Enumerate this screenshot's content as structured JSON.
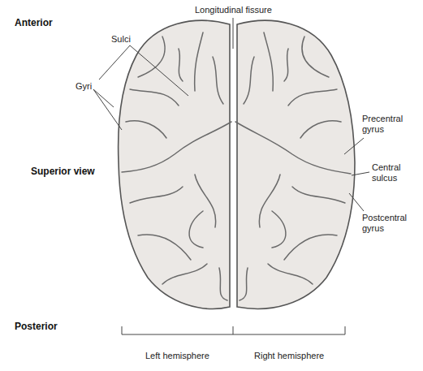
{
  "diagram": {
    "labels": [
      "Anterior",
      "Longitudinal fissure",
      "Sulci",
      "Gyri",
      "Superior view",
      "Precentral gyrus",
      "Central sulcus",
      "Postcentral gyrus",
      "Posterior",
      "Left hemisphere",
      "Right hemisphere"
    ]
  }
}
